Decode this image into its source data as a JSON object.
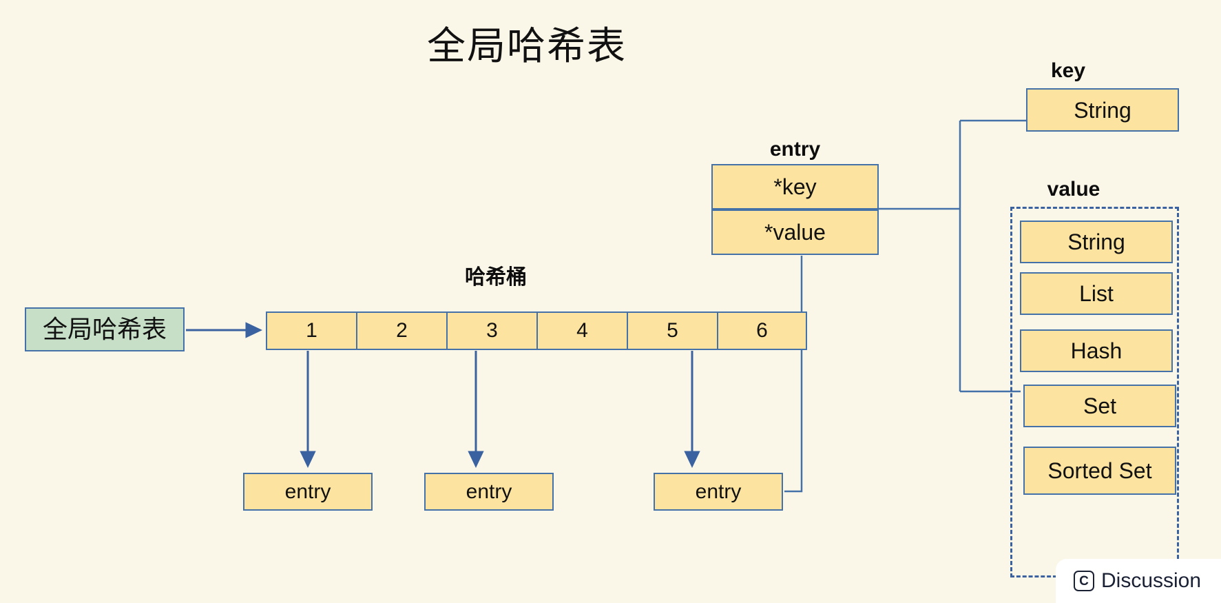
{
  "title": "全局哈希表",
  "colors": {
    "background": "#FAF7E9",
    "box_fill": "#FCE3A0",
    "box_border": "#4472A8",
    "green_fill": "#C6DFC6",
    "line": "#4472A8",
    "dashed_border": "#3A62A0",
    "text": "#111111"
  },
  "global_table": {
    "label": "全局哈希表"
  },
  "bucket": {
    "caption": "哈希桶",
    "cells": [
      "1",
      "2",
      "3",
      "4",
      "5",
      "6"
    ],
    "linked_cells": [
      "1",
      "3",
      "6"
    ]
  },
  "entries": [
    {
      "label": "entry"
    },
    {
      "label": "entry"
    },
    {
      "label": "entry"
    }
  ],
  "entry_struct": {
    "caption": "entry",
    "fields": [
      {
        "label": "*key"
      },
      {
        "label": "*value"
      }
    ]
  },
  "key_group": {
    "caption": "key",
    "items": [
      {
        "label": "String"
      }
    ]
  },
  "value_group": {
    "caption": "value",
    "items": [
      {
        "label": "String"
      },
      {
        "label": "List"
      },
      {
        "label": "Hash"
      },
      {
        "label": "Set"
      },
      {
        "label": "Sorted Set"
      }
    ]
  },
  "discussion": {
    "icon": "copyright-c-icon",
    "icon_glyph": "C",
    "label": "Discussion"
  }
}
